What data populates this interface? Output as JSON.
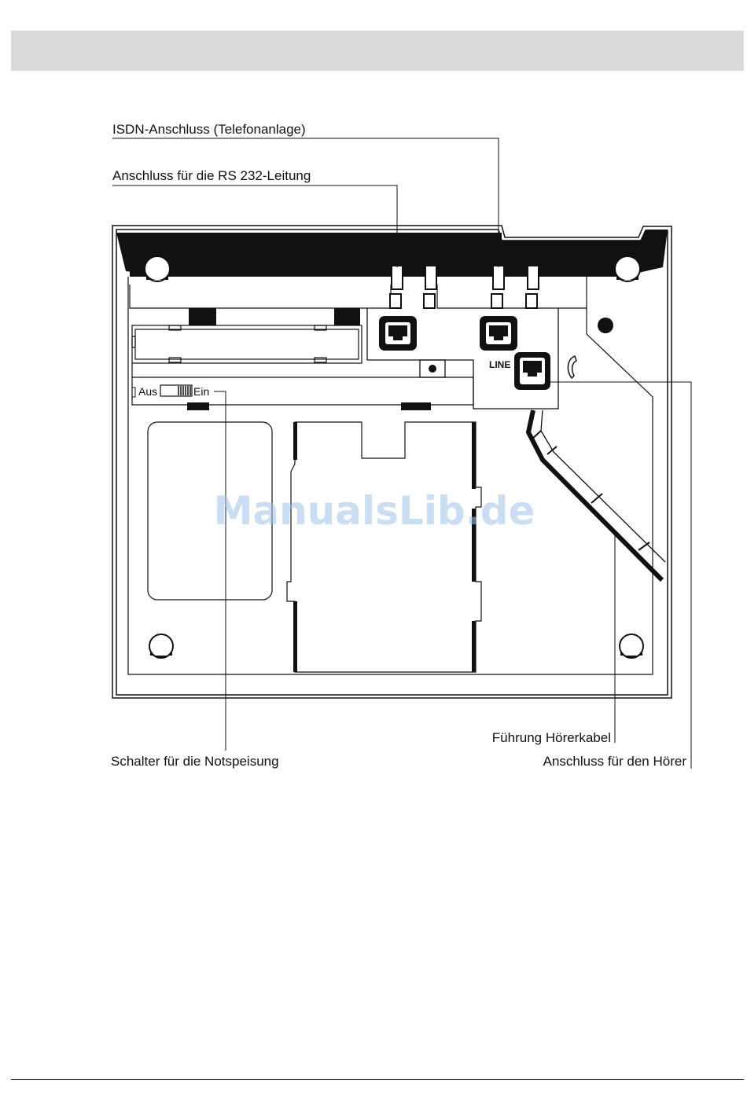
{
  "callouts": {
    "isdn": "ISDN-Anschluss (Telefonanlage)",
    "rs232": "Anschluss für die RS 232-Leitung",
    "schalter": "Schalter für die Notspeisung",
    "fuehrung": "Führung Hörerkabel",
    "hoerer": "Anschluss für den Hörer"
  },
  "switch": {
    "off_label": "Aus",
    "on_label": "Ein"
  },
  "port_label": "LINE",
  "watermark": "ManualsLib.de"
}
